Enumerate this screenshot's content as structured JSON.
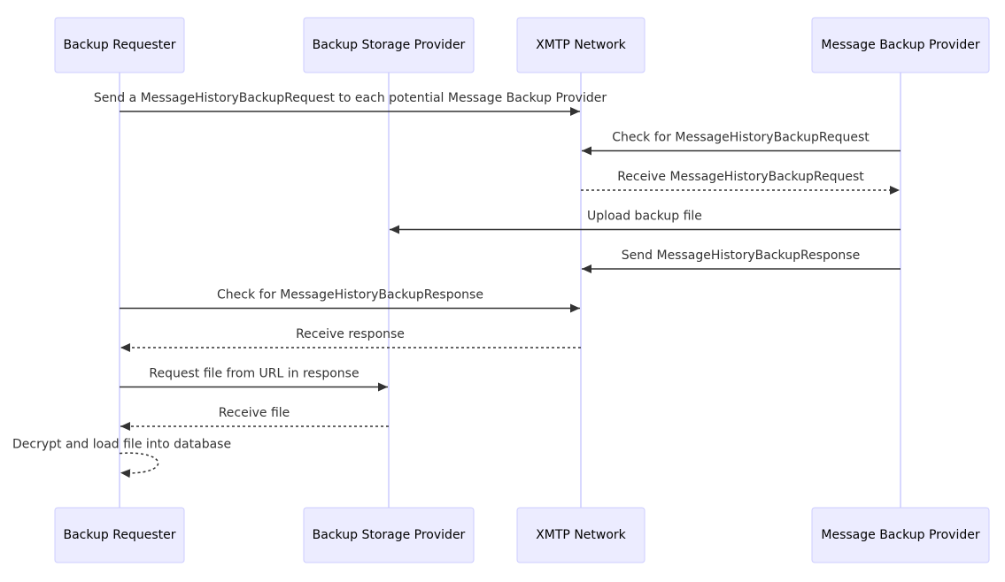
{
  "participants": [
    {
      "id": "requester",
      "label": "Backup Requester"
    },
    {
      "id": "storage",
      "label": "Backup Storage Provider"
    },
    {
      "id": "xmtp",
      "label": "XMTP Network"
    },
    {
      "id": "mbp",
      "label": "Message Backup Provider"
    }
  ],
  "messages": [
    {
      "from": "requester",
      "to": "xmtp",
      "style": "solid",
      "label": "Send a MessageHistoryBackupRequest to each potential Message Backup Provider"
    },
    {
      "from": "mbp",
      "to": "xmtp",
      "style": "solid",
      "label": "Check for MessageHistoryBackupRequest"
    },
    {
      "from": "xmtp",
      "to": "mbp",
      "style": "dashed",
      "label": "Receive MessageHistoryBackupRequest"
    },
    {
      "from": "mbp",
      "to": "storage",
      "style": "solid",
      "label": "Upload backup file"
    },
    {
      "from": "mbp",
      "to": "xmtp",
      "style": "solid",
      "label": "Send MessageHistoryBackupResponse"
    },
    {
      "from": "requester",
      "to": "xmtp",
      "style": "solid",
      "label": "Check for MessageHistoryBackupResponse"
    },
    {
      "from": "xmtp",
      "to": "requester",
      "style": "dashed",
      "label": "Receive response"
    },
    {
      "from": "requester",
      "to": "storage",
      "style": "solid",
      "label": "Request file from URL in response"
    },
    {
      "from": "storage",
      "to": "requester",
      "style": "dashed",
      "label": "Receive file"
    },
    {
      "from": "requester",
      "to": "requester",
      "style": "dashed",
      "label": "Decrypt and load file into database"
    }
  ],
  "colors": {
    "actor_fill": "#ECECFF",
    "actor_border": "#CCCCFF",
    "lifeline": "#CCCCFF",
    "line": "#333333",
    "text": "#333333"
  }
}
